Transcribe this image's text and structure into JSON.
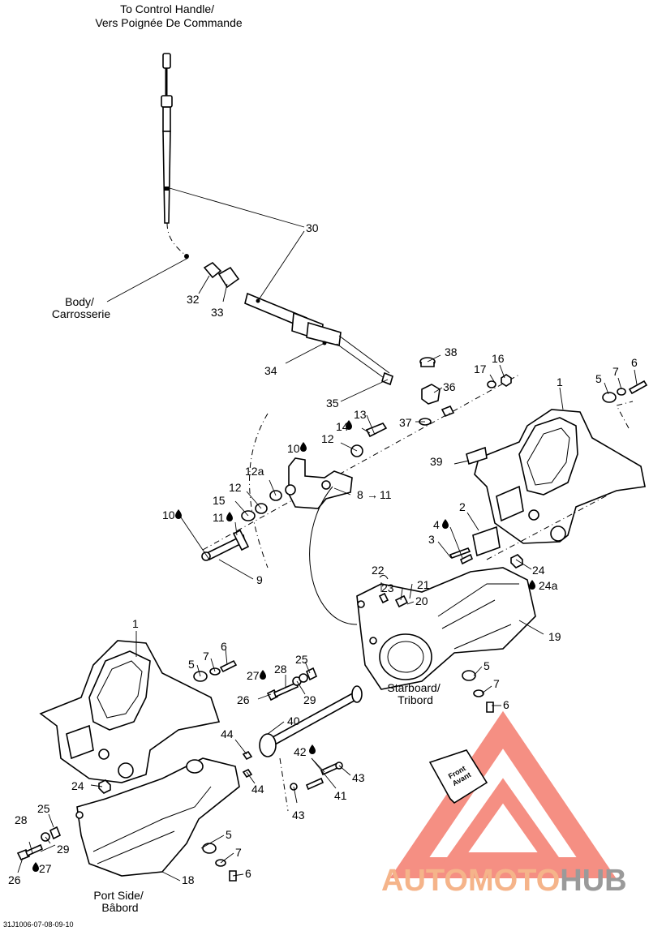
{
  "notes": {
    "control_handle": [
      "To Control Handle/",
      "Vers Poignée De Commande"
    ],
    "body": [
      "Body/",
      "Carrosserie"
    ],
    "starboard": [
      "Starboard/",
      "Tribord"
    ],
    "port": [
      "Port Side/",
      "Bâbord"
    ],
    "front": [
      "Front",
      "Avant"
    ]
  },
  "figure_code": "31J1006-07-08-09-10",
  "watermark": {
    "part1": "AUTOMOTO",
    "part2": "HUB",
    "color1": "#f5b48a",
    "color2": "#9a9a9a",
    "logo_color": "#f26a5a"
  },
  "callouts": {
    "c1a": "1",
    "c1b": "1",
    "c2": "2",
    "c3": "3",
    "c4": "4",
    "c5a": "5",
    "c5b": "5",
    "c5c": "5",
    "c5d": "5",
    "c6a": "6",
    "c6b": "6",
    "c6c": "6",
    "c6d": "6",
    "c7a": "7",
    "c7b": "7",
    "c7c": "7",
    "c7d": "7",
    "c8": "8",
    "c8to": "11",
    "c9": "9",
    "c10a": "10",
    "c10b": "10",
    "c11": "11",
    "c12": "12",
    "c12a": "12a",
    "c12b": "12",
    "c13": "13",
    "c14": "14",
    "c15": "15",
    "c16": "16",
    "c17": "17",
    "c18": "18",
    "c19": "19",
    "c20": "20",
    "c21": "21",
    "c22": "22",
    "c23": "23",
    "c24a": "24",
    "c24b": "24a",
    "c24c": "24",
    "c25a": "25",
    "c25b": "25",
    "c26a": "26",
    "c26b": "26",
    "c27a": "27",
    "c27b": "27",
    "c28a": "28",
    "c28b": "28",
    "c29a": "29",
    "c29b": "29",
    "c30": "30",
    "c32": "32",
    "c33": "33",
    "c34": "34",
    "c35": "35",
    "c36": "36",
    "c37": "37",
    "c38": "38",
    "c39": "39",
    "c40": "40",
    "c41": "41",
    "c42": "42",
    "c43a": "43",
    "c43b": "43",
    "c44a": "44",
    "c44b": "44"
  }
}
